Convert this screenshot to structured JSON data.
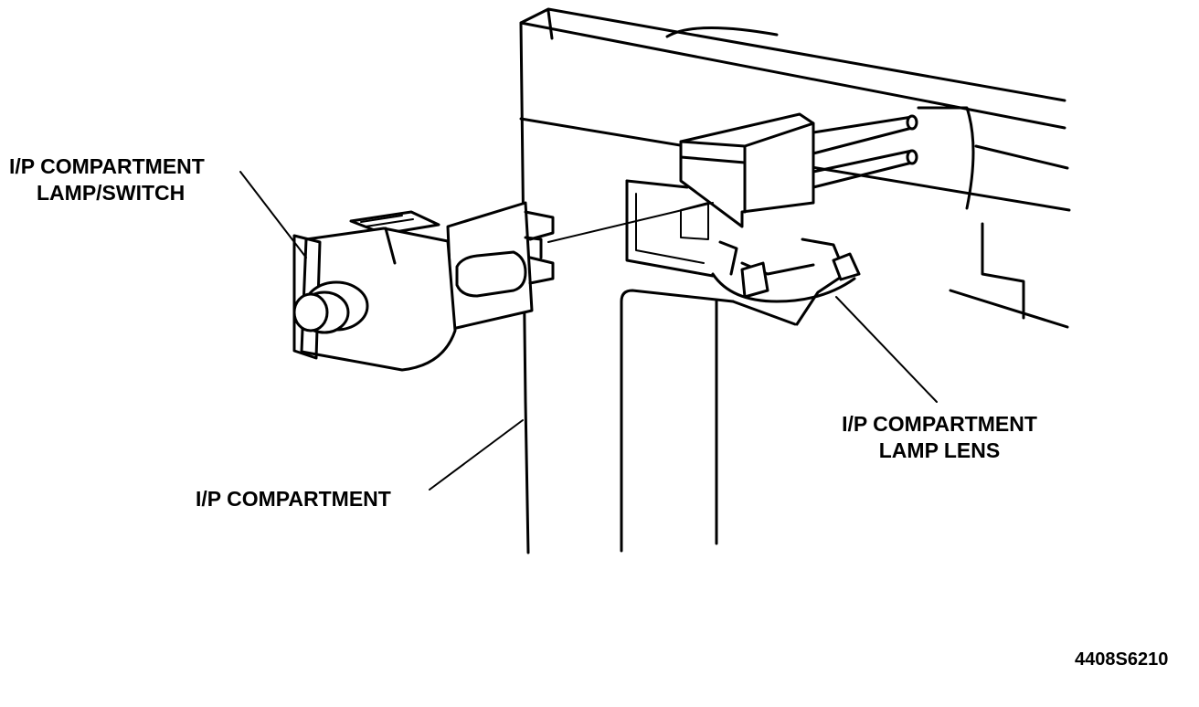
{
  "diagram": {
    "labels": {
      "lamp_switch_line1": "I/P COMPARTMENT",
      "lamp_switch_line2": "LAMP/SWITCH",
      "compartment": "I/P COMPARTMENT",
      "lens_line1": "I/P COMPARTMENT",
      "lens_line2": "LAMP LENS"
    },
    "figure_code": "4408S6210"
  }
}
